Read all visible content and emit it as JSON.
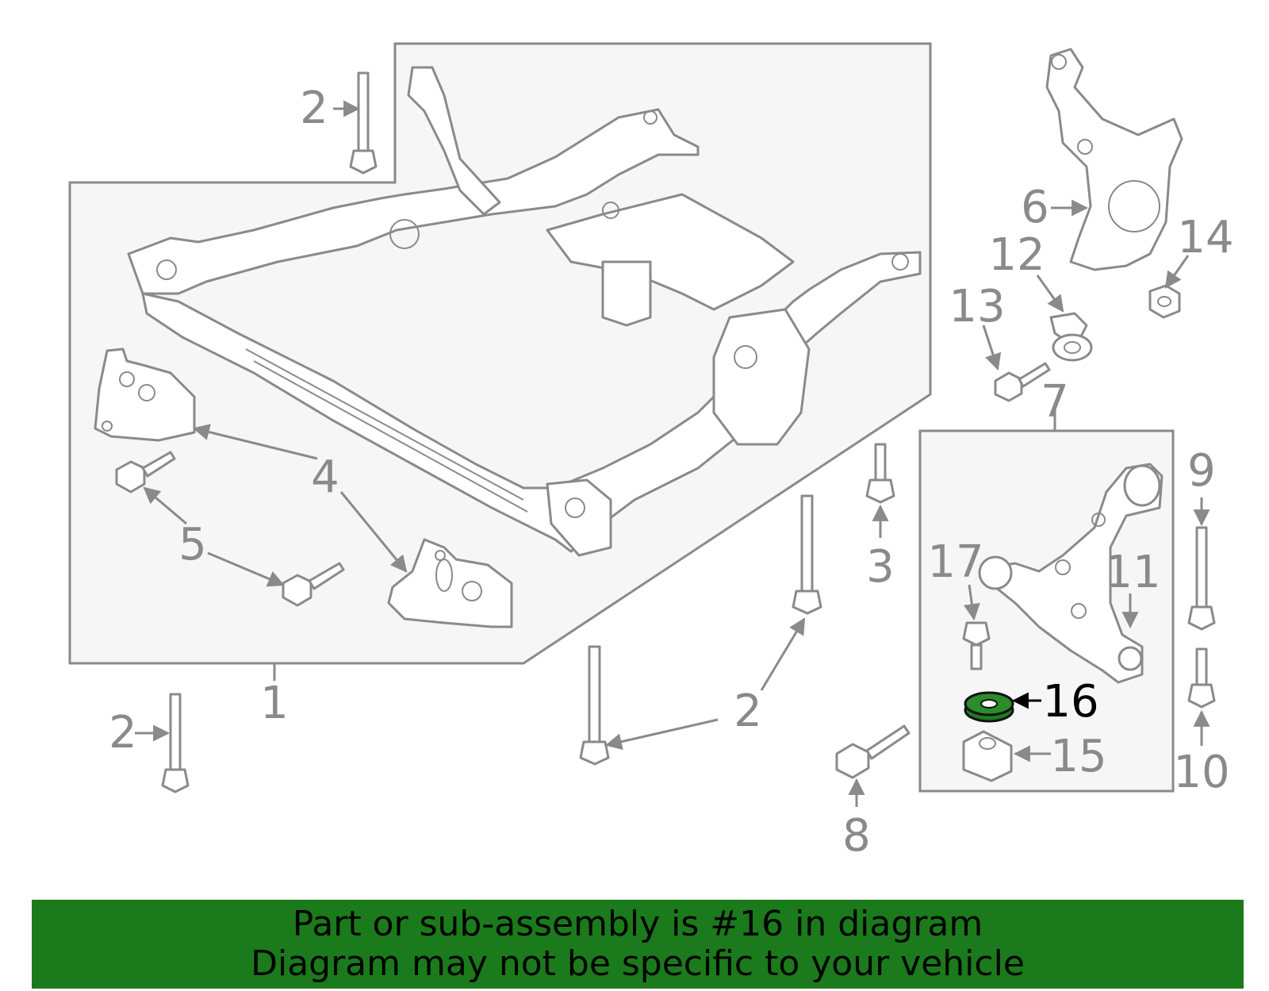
{
  "colors": {
    "highlight": "#1f7a1f",
    "banner": "#1b7a1b",
    "line": "#8a8a8a",
    "panel": "#f5f5f5"
  },
  "callouts": {
    "c1": "1",
    "c2a": "2",
    "c2b": "2",
    "c2c": "2",
    "c2d": "2",
    "c3": "3",
    "c4": "4",
    "c5": "5",
    "c6": "6",
    "c7": "7",
    "c8": "8",
    "c9": "9",
    "c10": "10",
    "c11": "11",
    "c12": "12",
    "c13": "13",
    "c14": "14",
    "c15": "15",
    "c16": "16",
    "c17": "17"
  },
  "banner": {
    "line1": "Part or sub-assembly is #16 in diagram",
    "line2": "Diagram may not be specific to your vehicle"
  }
}
